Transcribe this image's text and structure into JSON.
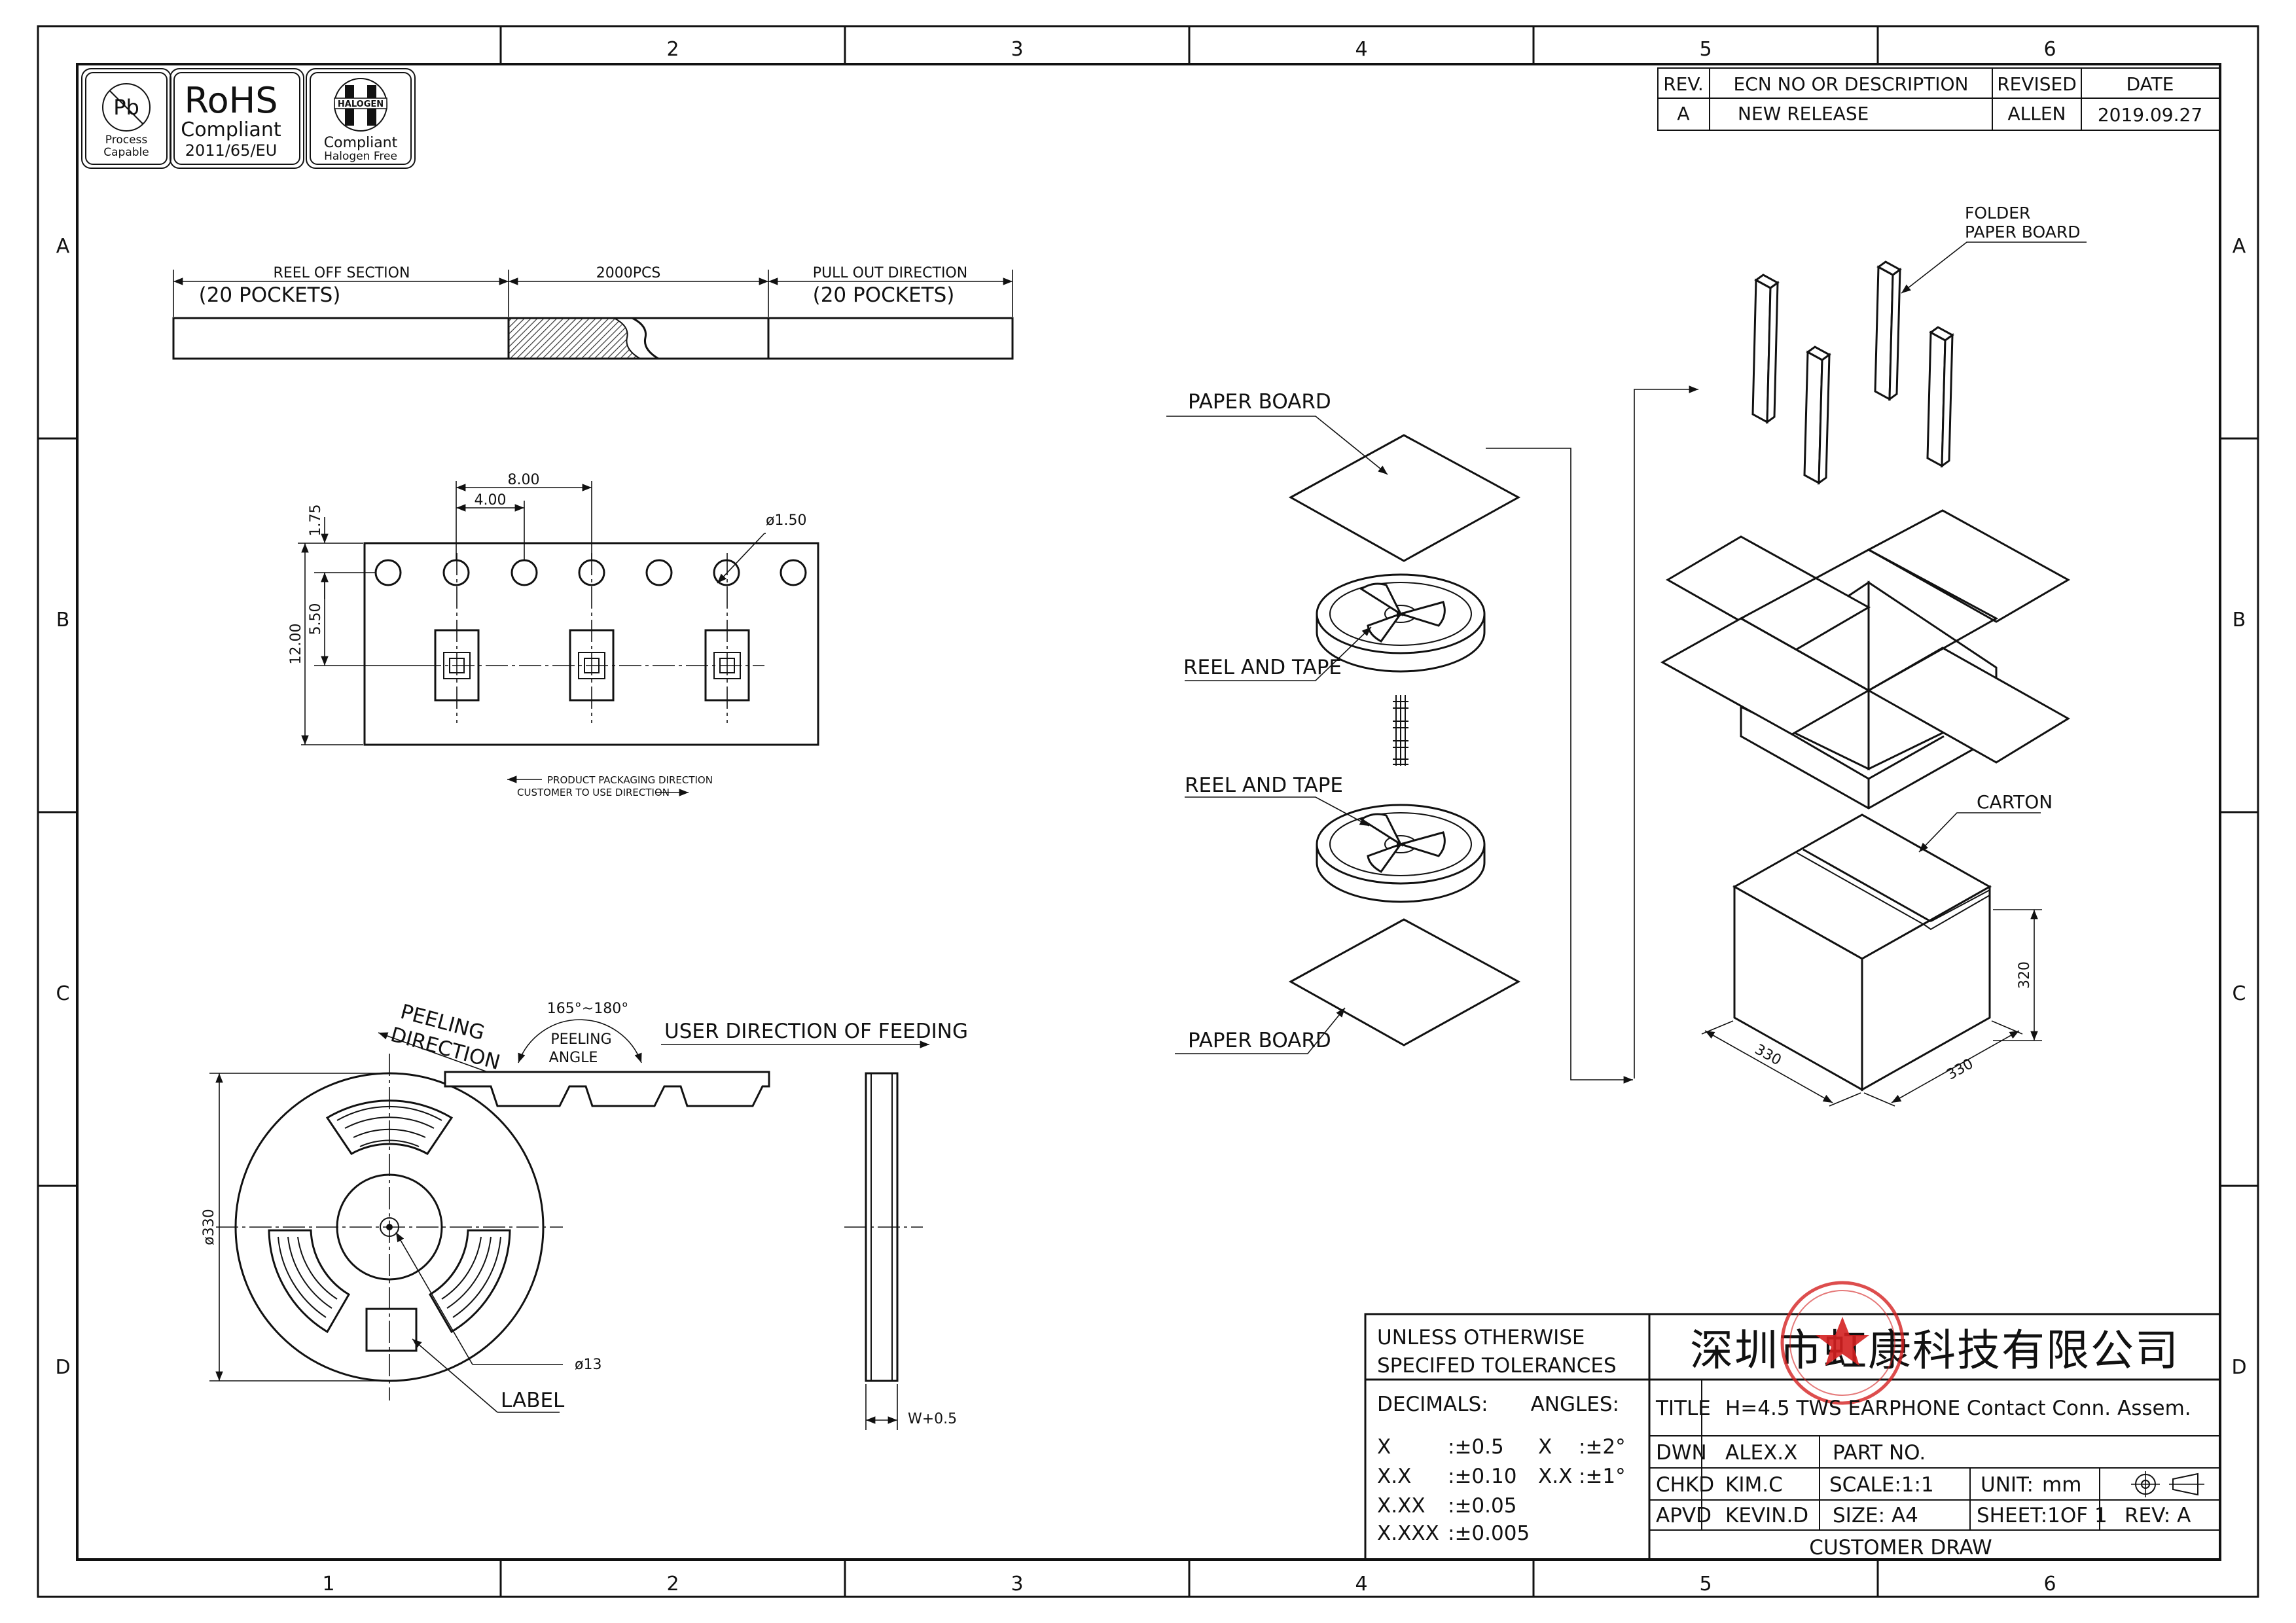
{
  "zones": {
    "columns": [
      "1",
      "2",
      "3",
      "4",
      "5",
      "6"
    ],
    "rows": [
      "A",
      "B",
      "C",
      "D"
    ]
  },
  "logos": {
    "pb_text": "Pb",
    "pb_caption_1": "Process",
    "pb_caption_2": "Capable",
    "rohs_title": "RoHS",
    "rohs_line_1": "Compliant",
    "rohs_line_2": "2011/65/EU",
    "halogen_badge": "HALOGEN",
    "halogen_line_1": "Compliant",
    "halogen_line_2": "Halogen Free"
  },
  "revision_table": {
    "headers": [
      "REV.",
      "ECN NO OR DESCRIPTION",
      "REVISED",
      "DATE"
    ],
    "rows": [
      [
        "A",
        "NEW RELEASE",
        "ALLEN",
        "2019.09.27"
      ]
    ]
  },
  "tape_strip": {
    "reel_off_label": "REEL OFF SECTION",
    "reel_off_pockets": "(20 POCKETS)",
    "count_label": "2000PCS",
    "pull_out_label": "PULL OUT DIRECTION",
    "pull_out_pockets": "(20 POCKETS)"
  },
  "tape_detail": {
    "dim_pitch": "8.00",
    "dim_hole_pitch": "4.00",
    "dim_hole_dia": "ø1.50",
    "dim_edge": "1.75",
    "dim_center": "5.50",
    "dim_width": "12.00",
    "packaging_direction": "PRODUCT PACKAGING DIRECTION",
    "customer_direction": "CUSTOMER TO USE DIRECTION"
  },
  "reel_view": {
    "peeling_direction_1": "PEELING",
    "peeling_direction_2": "DIRECTION",
    "angle_range": "165°~180°",
    "peeling_angle_1": "PEELING",
    "peeling_angle_2": "ANGLE",
    "user_direction": "USER DIRECTION OF FEEDING",
    "dia_outer": "ø330",
    "dia_hub": "ø13",
    "label_callout": "LABEL",
    "width_dim": "W+0.5"
  },
  "packing": {
    "paper_board_top": "PAPER BOARD",
    "reel_and_tape_1": "REEL AND TAPE",
    "reel_and_tape_2": "REEL AND TAPE",
    "paper_board_bottom": "PAPER BOARD",
    "folder_1": "FOLDER",
    "folder_2": "PAPER BOARD",
    "carton": "CARTON",
    "dim_height": "320",
    "dim_depth": "330",
    "dim_width": "330"
  },
  "title_block": {
    "unless_1": "UNLESS OTHERWISE",
    "unless_2": "SPECIFED TOLERANCES",
    "company": "深圳市虹康科技有限公司",
    "decimals": "DECIMALS:",
    "angles": "ANGLES:",
    "tol_x_label": "X",
    "tol_x_value": ":±0.5",
    "tol_xx_label": "X.X",
    "tol_xx_value": ":±0.10",
    "tol_xxx_label": "X.XX",
    "tol_xxx_value": ":±0.05",
    "tol_xxxx_label": "X.XXX",
    "tol_xxxx_value": ":±0.005",
    "ang_x_label": "X",
    "ang_x_value": ":±2°",
    "ang_xx_label": "X.X",
    "ang_xx_value": ":±1°",
    "title_label": "TITLE",
    "title_value": "H=4.5 TWS EARPHONE Contact Conn. Assem.",
    "dwn_label": "DWN",
    "dwn_value": "ALEX.X",
    "part_no": "PART NO.",
    "chkd_label": "CHKD",
    "chkd_value": "KIM.C",
    "scale": "SCALE:1:1",
    "unit_label": "UNIT:",
    "unit_value": "mm",
    "apvd_label": "APVD",
    "apvd_value": "KEVIN.D",
    "size": "SIZE: A4",
    "sheet": "SHEET:1OF 1",
    "rev": "REV: A",
    "footer": "CUSTOMER DRAW"
  },
  "colors": {
    "line": "#111111",
    "paper": "#ffffff",
    "stamp": "#d42020"
  }
}
